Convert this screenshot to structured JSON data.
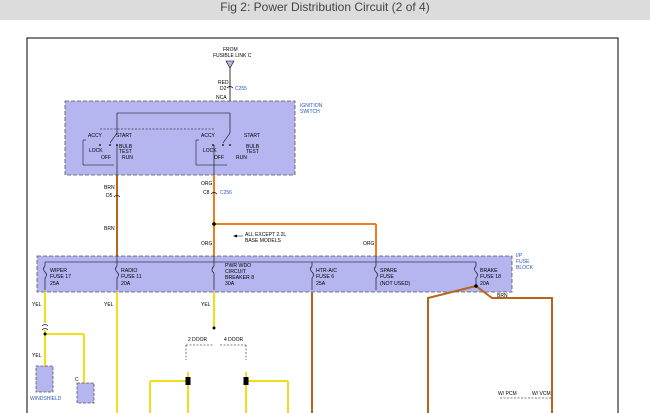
{
  "header": {
    "title": "Fig 2: Power Distribution Circuit (2 of 4)"
  },
  "source": {
    "from_label": "FROM",
    "from_sub": "FUSIBLE LINK C",
    "wire_color": "RED",
    "pin": "D2",
    "connector": "C255",
    "nca": "NCA"
  },
  "ignition_switch": {
    "title_line1": "IGNITION",
    "title_line2": "SWITCH",
    "left": {
      "accy": "ACCY",
      "start": "START",
      "lock": "LOCK",
      "bulb": "BULB",
      "test": "TEST",
      "off": "OFF",
      "run": "RUN"
    },
    "right": {
      "accy": "ACCY",
      "start": "START",
      "lock": "LOCK",
      "bulb": "BULB",
      "test": "TEST",
      "off": "OFF",
      "run": "RUN"
    }
  },
  "wires": {
    "brn_upper": "BRN",
    "d5": "D5",
    "brn_lower": "BRN",
    "org_upper": "ORG",
    "c8": "C8",
    "c256": "C256",
    "org_lower": "ORG",
    "org_right": "ORG",
    "yel_1": "YEL",
    "yel_2": "YEL",
    "yel_3": "YEL",
    "yel_4": "YEL",
    "c_label": "C",
    "brn_brake": "BRN"
  },
  "note": {
    "line1": "ALL EXCEPT 2.2L",
    "line2": "BASE MODELS"
  },
  "fuse_block": {
    "title_line1": "I/P",
    "title_line2": "FUSE",
    "title_line3": "BLOCK",
    "fuses": [
      {
        "line1": "WIPER",
        "line2": "FUSE 17",
        "line3": "25A"
      },
      {
        "line1": "RADIO",
        "line2": "FUSE 11",
        "line3": "20A"
      },
      {
        "line1": "PWR WDO",
        "line2": "CIRCUIT",
        "line3": "BREAKER 8",
        "line4": "30A"
      },
      {
        "line1": "HTR-A/C",
        "line2": "FUSE 6",
        "line3": "25A"
      },
      {
        "line1": "SPARE",
        "line2": "FUSE",
        "line3": "(NOT USED)"
      },
      {
        "line1": "BRAKE",
        "line2": "FUSE 18",
        "line3": "20A"
      }
    ]
  },
  "doors": {
    "two": "2 DOOR",
    "four": "4 DOOR"
  },
  "bottom": {
    "windshield": "WINDSHIELD",
    "w_pcm": "W/ PCM",
    "w_vcm": "W/ VCM"
  },
  "colors": {
    "box_fill": "#b5b5f0",
    "brn_wire": "#b5651d",
    "org_wire": "#f07c1e",
    "yel_wire": "#f2dc1e",
    "label_blue": "#2a57b8",
    "header_bg": "#dcdcdc"
  }
}
